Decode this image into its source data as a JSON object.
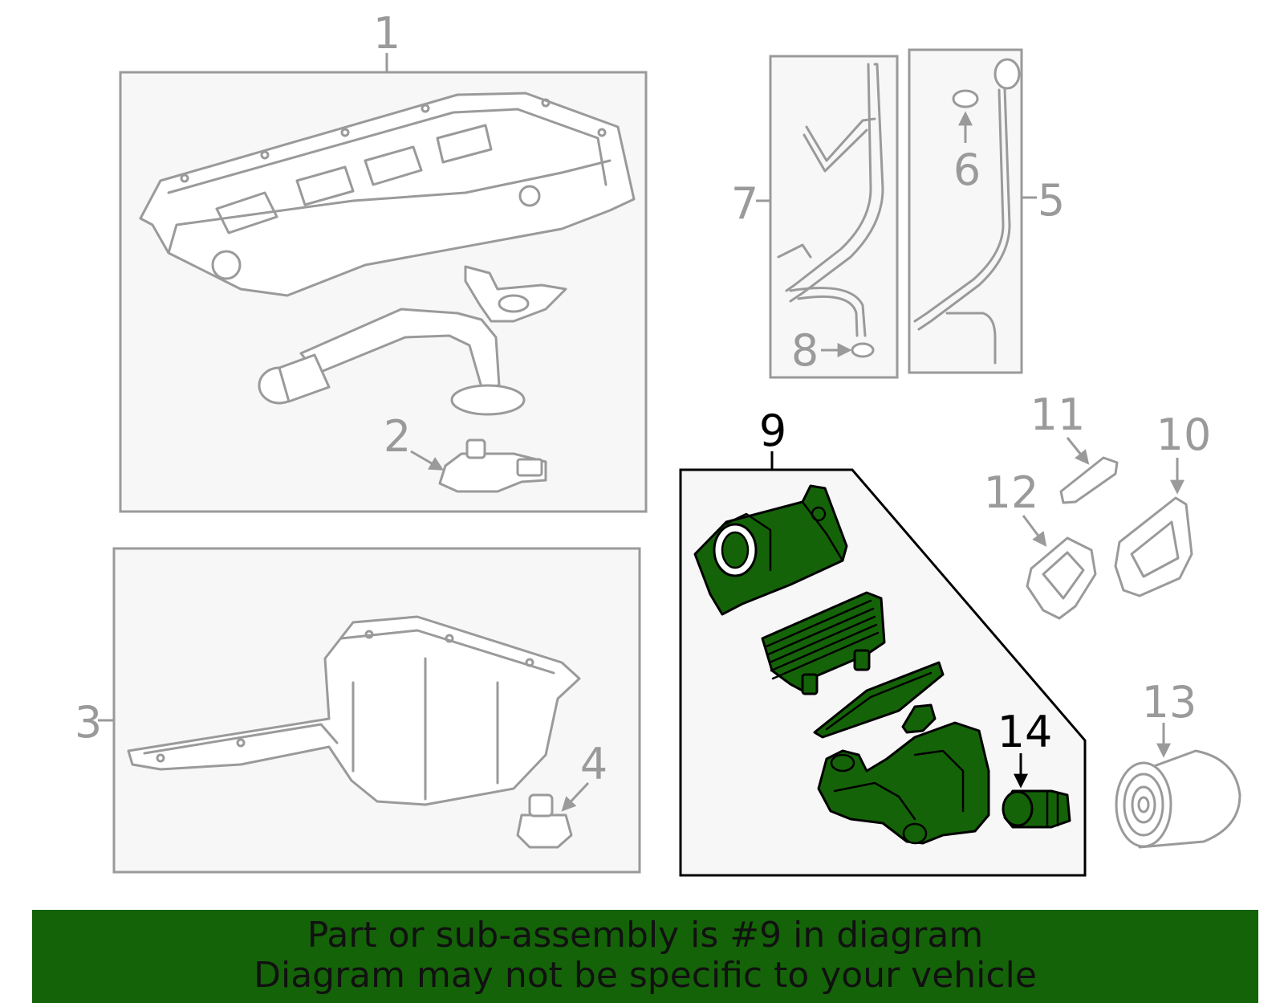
{
  "colors": {
    "highlight_fill": "#156308",
    "muted_line": "#9a9a9a",
    "banner_bg": "#156308"
  },
  "callouts": {
    "c1": "1",
    "c2": "2",
    "c3": "3",
    "c4": "4",
    "c5": "5",
    "c6": "6",
    "c7": "7",
    "c8": "8",
    "c9": "9",
    "c10": "10",
    "c11": "11",
    "c12": "12",
    "c13": "13",
    "c14": "14"
  },
  "highlighted_callout": "9",
  "banner": {
    "line1": "Part or sub-assembly is #9 in diagram",
    "line2": "Diagram may not be specific to your vehicle"
  }
}
